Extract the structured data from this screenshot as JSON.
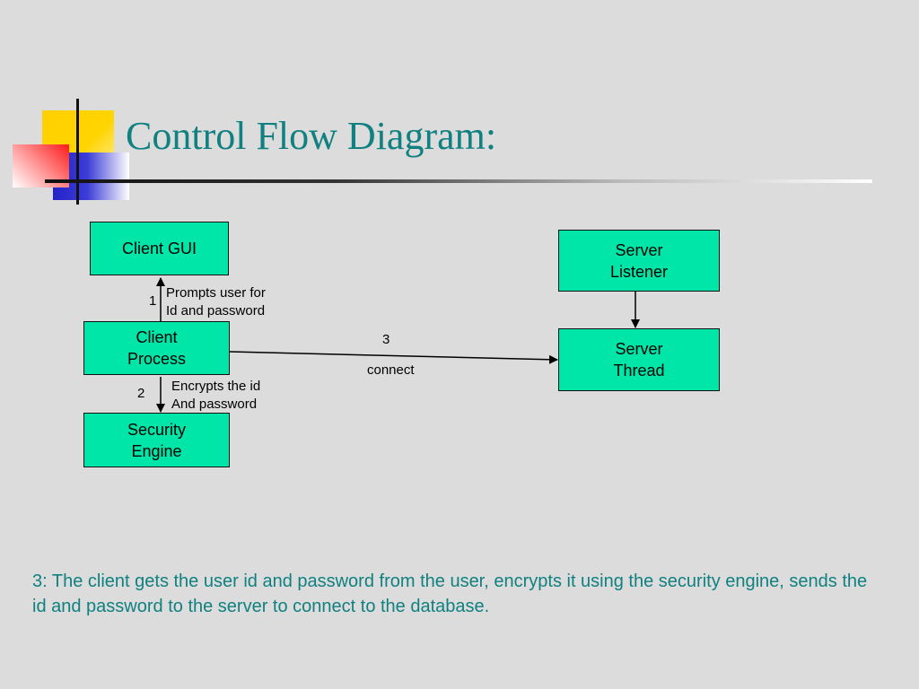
{
  "slide": {
    "title": "Control Flow Diagram:",
    "caption": "3: The client gets the user id and password from the user, encrypts it using the security engine, sends the id and password to the server to connect to the database."
  },
  "diagram": {
    "nodes": {
      "client_gui": "Client GUI",
      "client_process": "Client\nProcess",
      "security_engine": "Security\nEngine",
      "server_listener": "Server\nListener",
      "server_thread": "Server\nThread"
    },
    "edges": {
      "step1_number": "1",
      "step1_label": "Prompts user for\nId and password",
      "step2_number": "2",
      "step2_label": "Encrypts the id\nAnd password",
      "step3_number": "3",
      "step3_label": "connect"
    }
  },
  "colors": {
    "background": "#dcdcdc",
    "box_fill": "#00e6a8",
    "title_text": "#108080"
  }
}
